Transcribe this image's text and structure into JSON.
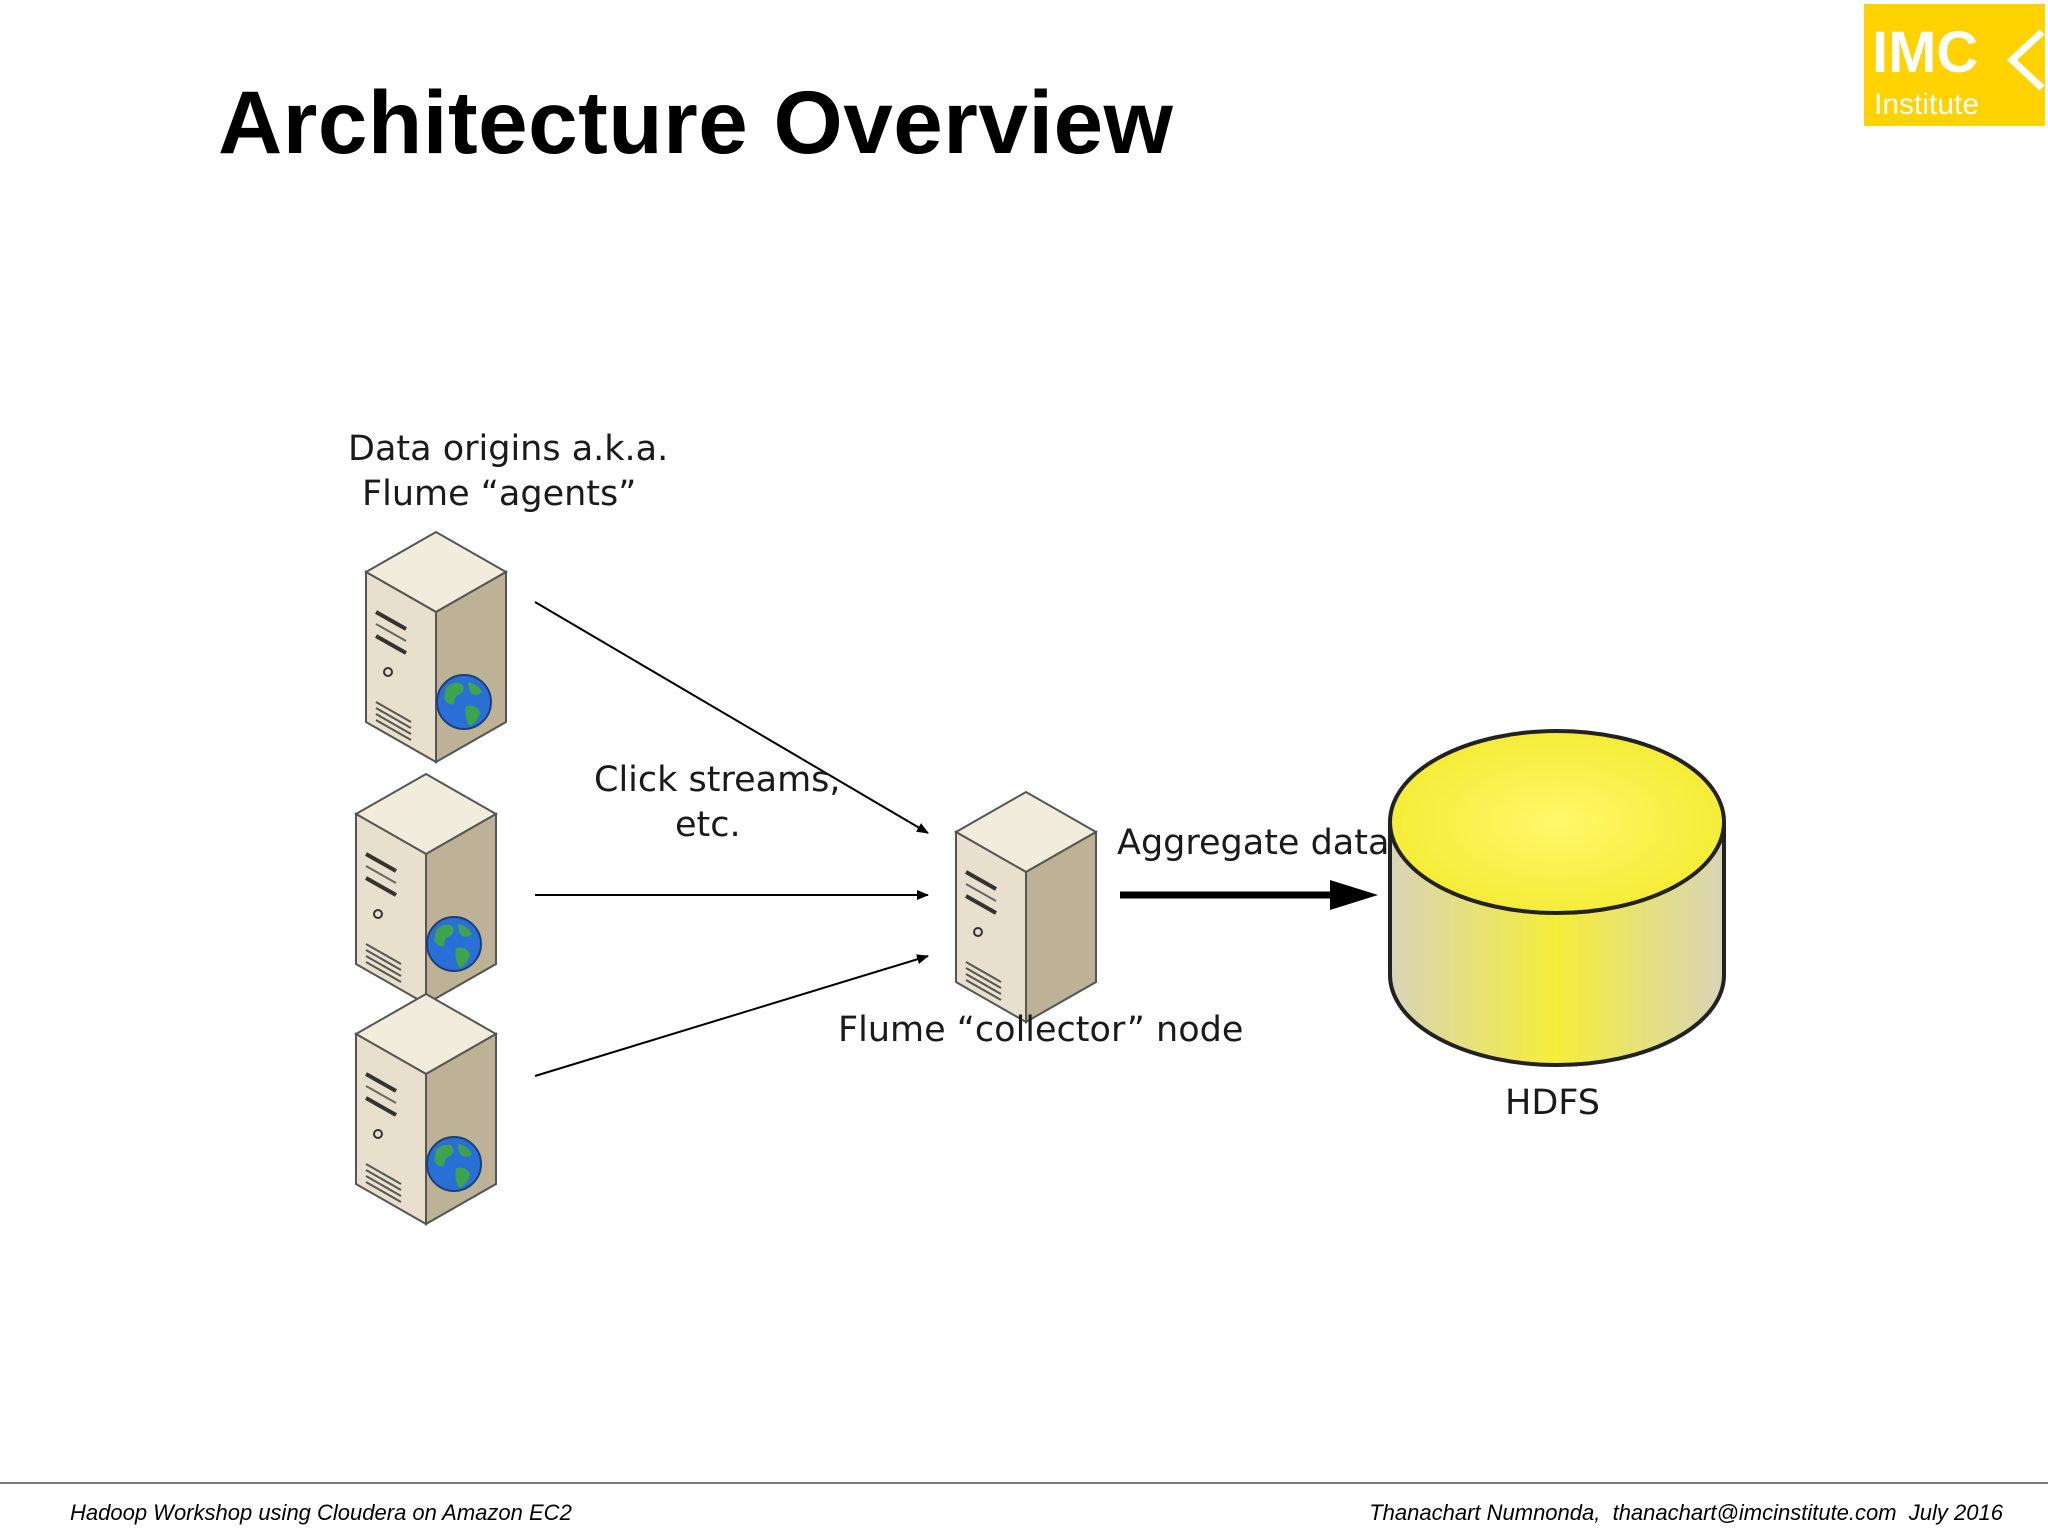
{
  "slide": {
    "title": "Architecture Overview"
  },
  "logo": {
    "line1": "IMC",
    "line2": "Institute",
    "background": "#FFD200",
    "text_color": "#FFFFFF"
  },
  "diagram": {
    "agents_label_line1": "Data origins a.k.a.",
    "agents_label_line2": "Flume “agents”",
    "clickstream_label_line1": "Click streams,",
    "clickstream_label_line2": "etc.",
    "aggregate_label": "Aggregate data",
    "collector_label": "Flume “collector” node",
    "storage_label": "HDFS",
    "server_icon": "server-tower-icon",
    "globe_icon": "globe-icon",
    "storage_icon": "database-cylinder-icon",
    "colors": {
      "server_body": "#E8E0CC",
      "server_side": "#BDB295",
      "cylinder_fill": "#F5EE3A",
      "globe_water": "#2A6FD6",
      "globe_land": "#3FA34D"
    }
  },
  "footer": {
    "left": "Hadoop Workshop using Cloudera on Amazon EC2",
    "right": "Thanachart Numnonda,  thanachart@imcinstitute.com  July 2016"
  }
}
